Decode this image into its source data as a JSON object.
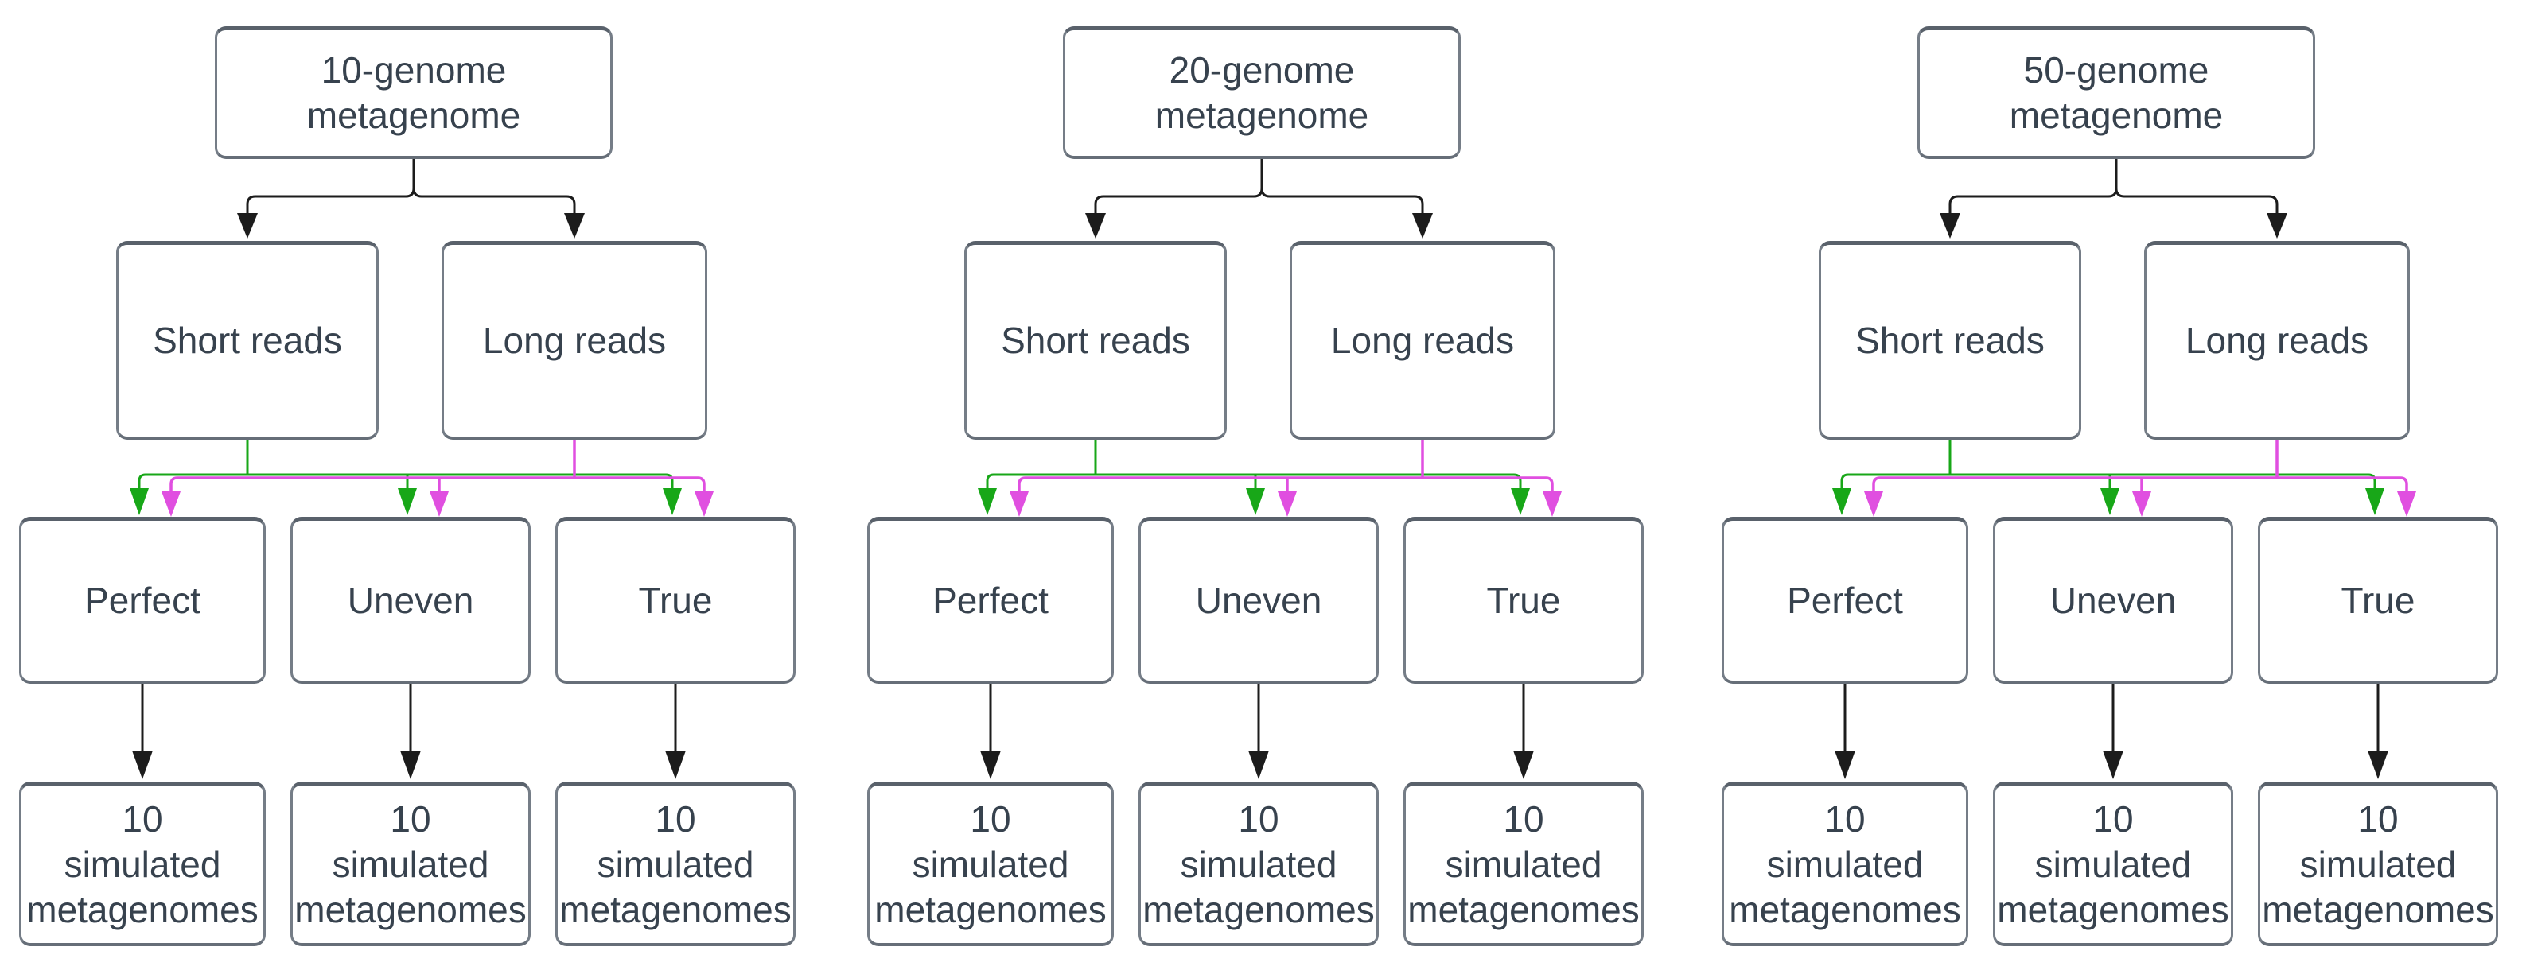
{
  "colors": {
    "short_reads_edge": "#18a718",
    "long_reads_edge": "#e04fe0",
    "default_edge": "#1c1c1c",
    "box_border": "#757d87",
    "box_border_top": "#59616b",
    "box_border_bottom": "#666e78",
    "box_background": "#ffffff",
    "text": "#37424e"
  },
  "trees": [
    {
      "root_line1": "10-genome",
      "root_line2": "metagenome",
      "short_label": "Short reads",
      "long_label": "Long reads",
      "profiles": {
        "perfect": "Perfect",
        "uneven": "Uneven",
        "true": "True"
      },
      "leaf_line1": "10",
      "leaf_line2": "simulated",
      "leaf_line3": "metagenomes"
    },
    {
      "root_line1": "20-genome",
      "root_line2": "metagenome",
      "short_label": "Short reads",
      "long_label": "Long reads",
      "profiles": {
        "perfect": "Perfect",
        "uneven": "Uneven",
        "true": "True"
      },
      "leaf_line1": "10",
      "leaf_line2": "simulated",
      "leaf_line3": "metagenomes"
    },
    {
      "root_line1": "50-genome",
      "root_line2": "metagenome",
      "short_label": "Short reads",
      "long_label": "Long reads",
      "profiles": {
        "perfect": "Perfect",
        "uneven": "Uneven",
        "true": "True"
      },
      "leaf_line1": "10",
      "leaf_line2": "simulated",
      "leaf_line3": "metagenomes"
    }
  ]
}
